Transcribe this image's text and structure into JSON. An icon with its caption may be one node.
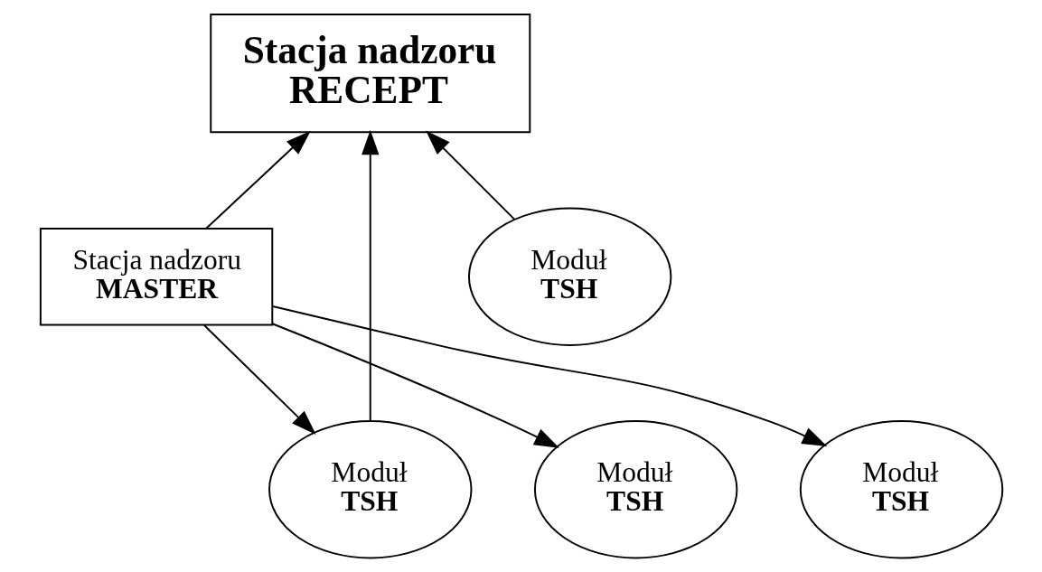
{
  "diagram": {
    "nodes": [
      {
        "text": [
          "Stacja nadzoru",
          "RECEPT"
        ]
      },
      {
        "text": [
          "Stacja nadzoru",
          "MASTER"
        ]
      },
      {
        "text": [
          "Moduł",
          "TSH"
        ]
      },
      {
        "text": [
          "Moduł",
          "TSH"
        ]
      },
      {
        "text": [
          "Moduł",
          "TSH"
        ]
      },
      {
        "text": [
          "Moduł",
          "TSH"
        ]
      }
    ],
    "edges": [
      {
        "from": 3,
        "to": 0,
        "arrow": "to"
      },
      {
        "from": 1,
        "to": 0,
        "arrow": "to"
      },
      {
        "from": 2,
        "to": 0,
        "arrow": "to"
      },
      {
        "from": 1,
        "to": 3,
        "arrow": "to"
      },
      {
        "from": 1,
        "to": 4,
        "arrow": "to"
      },
      {
        "from": 1,
        "to": 5,
        "arrow": "to"
      }
    ]
  }
}
